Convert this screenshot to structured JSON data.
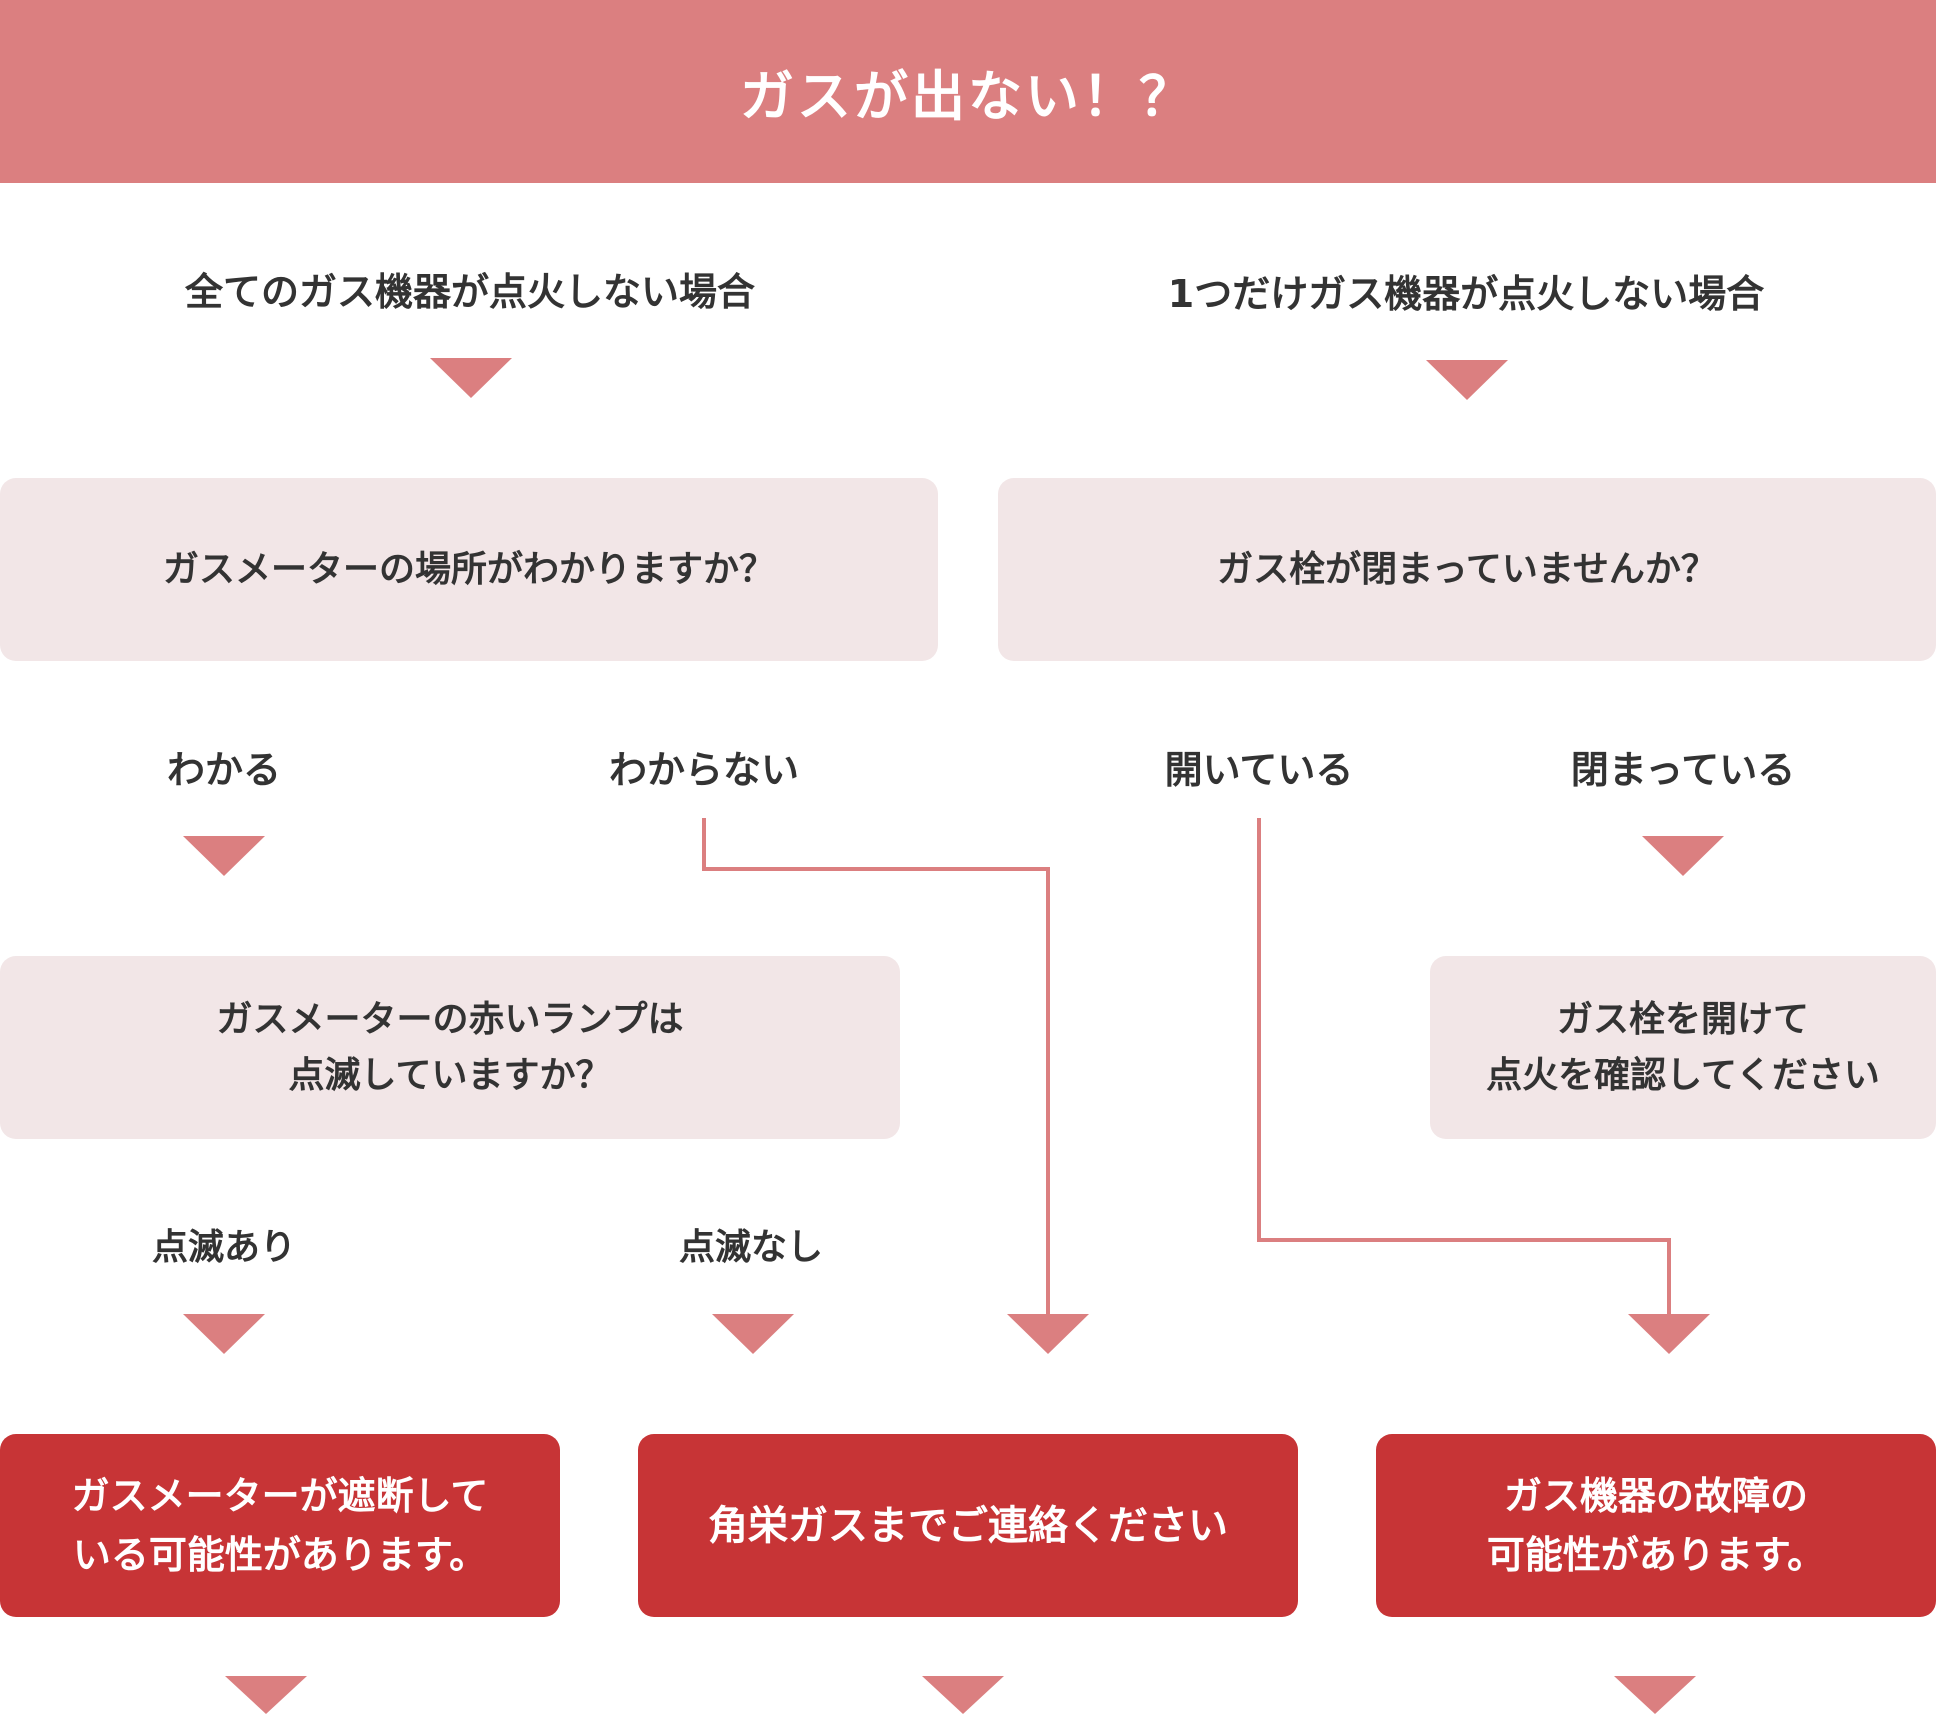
{
  "header": {
    "title": "ガスが出ない！？"
  },
  "branches": {
    "left_heading": "全てのガス機器が点火しない場合",
    "right_heading": "1つだけガス機器が点火しない場合"
  },
  "questions": {
    "meter_location": "ガスメーターの場所がわかりますか？",
    "valve_closed": "ガス栓が閉まっていませんか？",
    "red_lamp_line1": "ガスメーターの赤いランプは",
    "red_lamp_line2": "点滅していますか？",
    "open_valve_line1": "ガス栓を開けて",
    "open_valve_line2": "点火を確認してください"
  },
  "answers": {
    "know": "わかる",
    "dont_know": "わからない",
    "open": "開いている",
    "closed": "閉まっている",
    "blinking": "点滅あり",
    "not_blinking": "点滅なし"
  },
  "results": {
    "meter_shutoff_line1": "ガスメーターが遮断して",
    "meter_shutoff_line2": "いる可能性があります。",
    "contact": "角栄ガスまでご連絡ください",
    "appliance_fault_line1": "ガス機器の故障の",
    "appliance_fault_line2": "可能性があります。"
  },
  "colors": {
    "header_bg": "#db7f80",
    "accent": "#db7f80",
    "question_bg": "#f2e6e7",
    "result_bg": "#c73436",
    "text": "#333333"
  }
}
